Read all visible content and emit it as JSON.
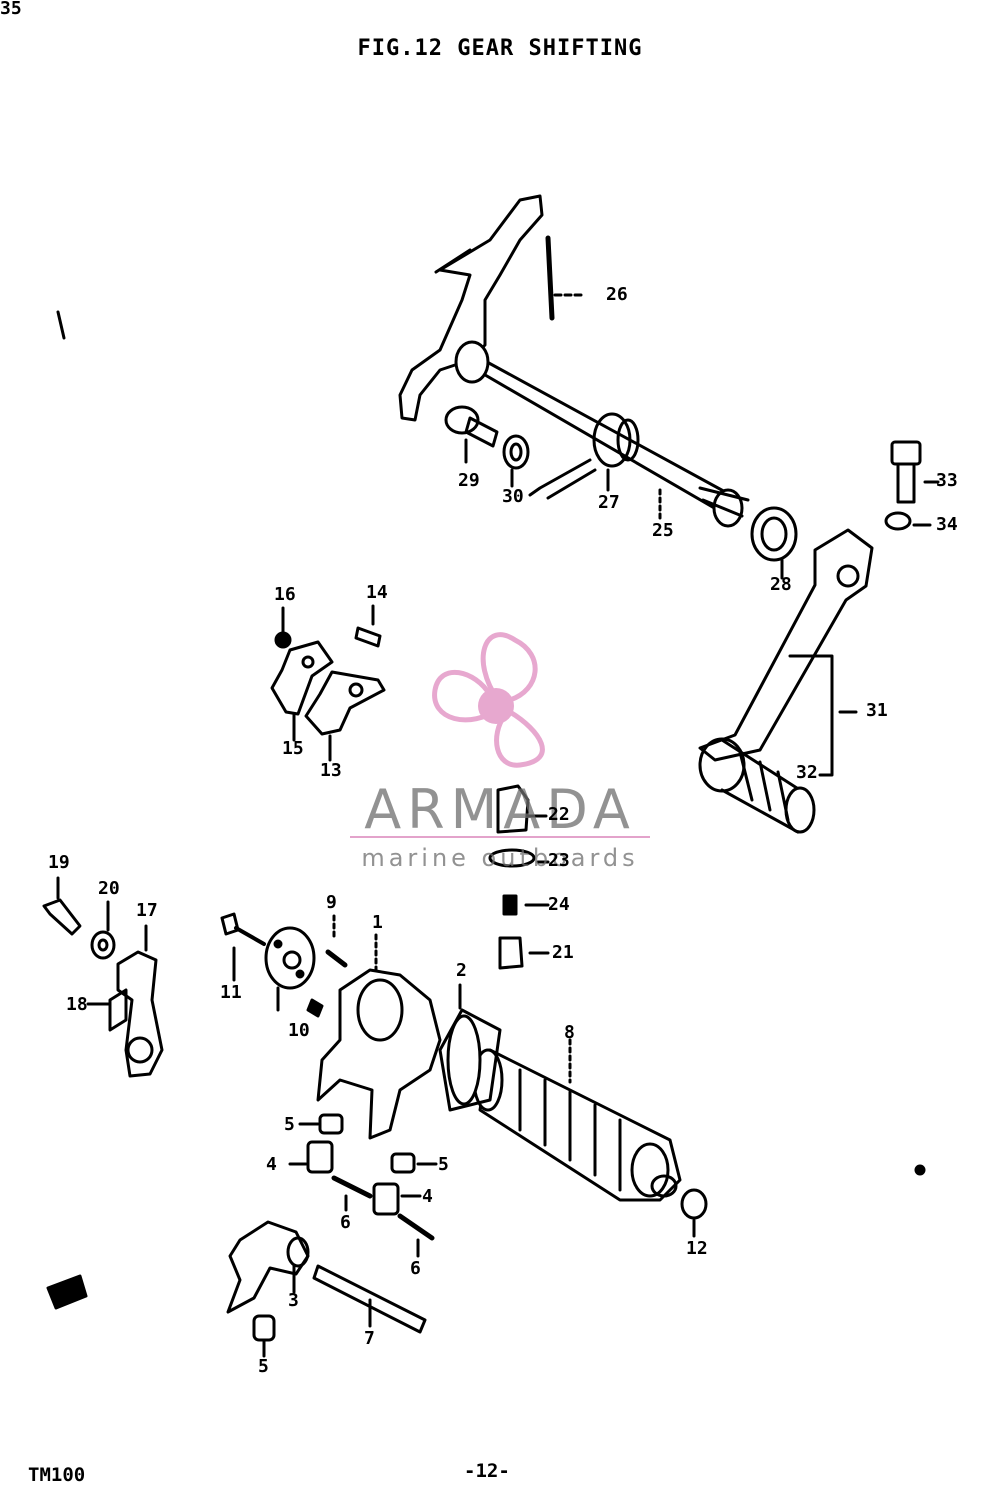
{
  "title": "FIG.12  GEAR SHIFTING",
  "footer": {
    "model": "TM100",
    "page_number": "-12-"
  },
  "watermark": {
    "name": "ARMADA",
    "tagline": "marine outboards",
    "logo_color": "#e7a8cf",
    "text_color": "#6e6e6e"
  },
  "callouts": [
    "1",
    "2",
    "3",
    "4",
    "4",
    "5",
    "5",
    "5",
    "6",
    "6",
    "7",
    "8",
    "9",
    "10",
    "11",
    "12",
    "13",
    "14",
    "15",
    "16",
    "17",
    "18",
    "19",
    "20",
    "21",
    "22",
    "23",
    "24",
    "25",
    "26",
    "27",
    "28",
    "29",
    "30",
    "31",
    "32",
    "33",
    "34",
    "35"
  ],
  "colors": {
    "ink": "#000000",
    "paper": "#ffffff"
  }
}
